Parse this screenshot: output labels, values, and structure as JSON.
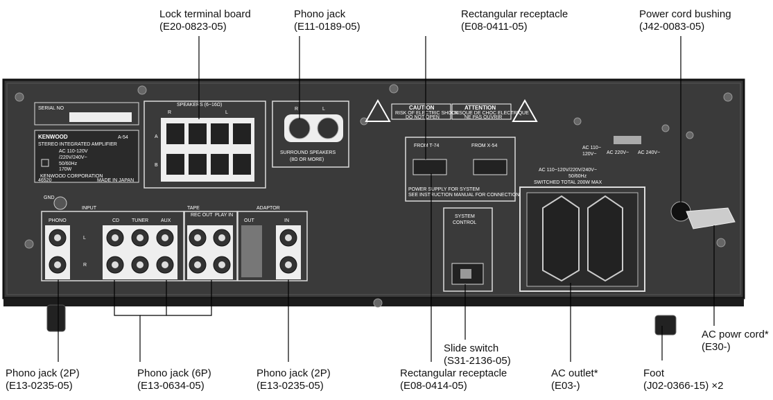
{
  "callouts": {
    "lock_terminal_board": {
      "name": "Lock terminal board",
      "part": "(E20-0823-05)"
    },
    "phono_jack_top": {
      "name": "Phono jack",
      "part": "(E11-0189-05)"
    },
    "rect_receptacle_top": {
      "name": "Rectangular receptacle",
      "part": "(E08-0411-05)"
    },
    "power_cord_bushing": {
      "name": "Power cord bushing",
      "part": "(J42-0083-05)"
    },
    "phono_jack_2p_left": {
      "name": "Phono jack (2P)",
      "part": "(E13-0235-05)"
    },
    "phono_jack_6p": {
      "name": "Phono jack (6P)",
      "part": "(E13-0634-05)"
    },
    "phono_jack_2p_mid": {
      "name": "Phono jack (2P)",
      "part": "(E13-0235-05)"
    },
    "slide_switch": {
      "name": "Slide switch",
      "part": "(S31-2136-05)"
    },
    "rect_receptacle_bottom": {
      "name": "Rectangular receptacle",
      "part": "(E08-0414-05)"
    },
    "ac_outlet": {
      "name": "AC outlet*",
      "part": "(E03-)"
    },
    "foot": {
      "name": "Foot",
      "part": "(J02-0366-15) ×2"
    },
    "ac_power_cord": {
      "name": "AC powr cord*",
      "part": "(E30-)"
    }
  },
  "panel": {
    "serial_no": "SERIAL NO",
    "brand": "KENWOOD",
    "model": "A-54",
    "product": "STEREO INTEGRATED AMPLIFIER",
    "rating_ac": "AC 110-120V",
    "rating_ac2": "/220V/240V~",
    "rating_freq": "50/60Hz",
    "rating_watt": "170W",
    "corporation": "KENWOOD CORPORATION",
    "made_in": "MADE IN JAPAN",
    "code": "46520",
    "speakers_title": "SPEAKERS (6~16Ω)",
    "speaker_a": "A",
    "speaker_b": "B",
    "ch_r": "R",
    "ch_l": "L",
    "surround": "SURROUND SPEAKERS",
    "surround2": "(8Ω OR MORE)",
    "caution": "CAUTION",
    "caution_text1": "RISK OF ELECTRIC SHOCK",
    "caution_text2": "DO NOT OPEN",
    "attention": "ATTENTION",
    "attention_text1": "RISQUE DE CHOC ELECTRIQUE",
    "attention_text2": "NE PAS OUVRIR",
    "from_t74": "FROM T-74",
    "from_x54": "FROM X-54",
    "power_supply1": "POWER SUPPLY FOR SYSTEM",
    "power_supply2": "SEE INSTRUCTION MANUAL FOR CONNECTION",
    "voltage_110": "AC 110~",
    "voltage_120": "120V~",
    "voltage_220": "AC 220V~",
    "voltage_240": "AC 240V~",
    "outlet_text1": "AC 110~120V/220V/240V~",
    "outlet_text2": "50/60Hz",
    "outlet_text3": "SWITCHED TOTAL 200W MAX",
    "system": "SYSTEM",
    "control": "CONTROL",
    "gnd": "GND",
    "input": "INPUT",
    "phono": "PHONO",
    "cd": "CD",
    "tuner": "TUNER",
    "aux": "AUX",
    "tape": "TAPE",
    "rec_out": "REC OUT",
    "play_in": "PLAY IN",
    "adaptor": "ADAPTOR",
    "out": "OUT",
    "in": "IN"
  }
}
